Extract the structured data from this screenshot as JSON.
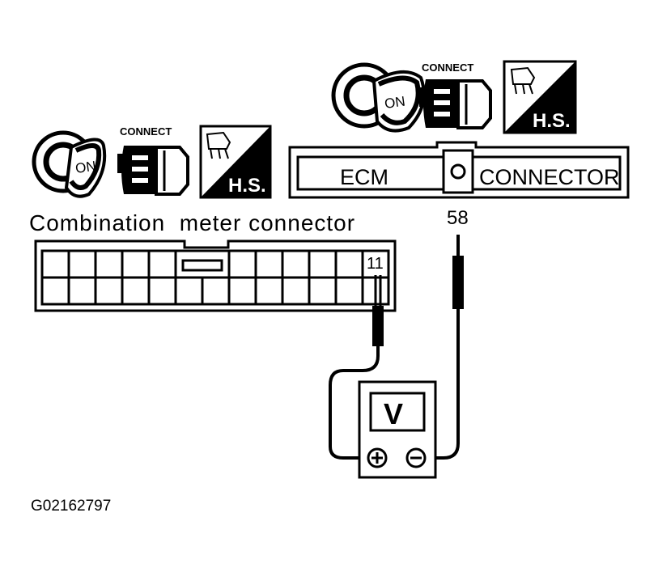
{
  "icons_top": {
    "key_text": "ON",
    "connect_text": "CONNECT",
    "hs_text": "H.S."
  },
  "icons_left": {
    "key_text": "ON",
    "connect_text": "CONNECT",
    "hs_text": "H.S."
  },
  "ecm": {
    "left_label": "ECM",
    "right_label": "CONNECTOR",
    "terminal": "58"
  },
  "combination": {
    "label": "Combination  meter connector",
    "terminal": "11"
  },
  "meter": {
    "display": "V"
  },
  "figure_id": "G02162797"
}
